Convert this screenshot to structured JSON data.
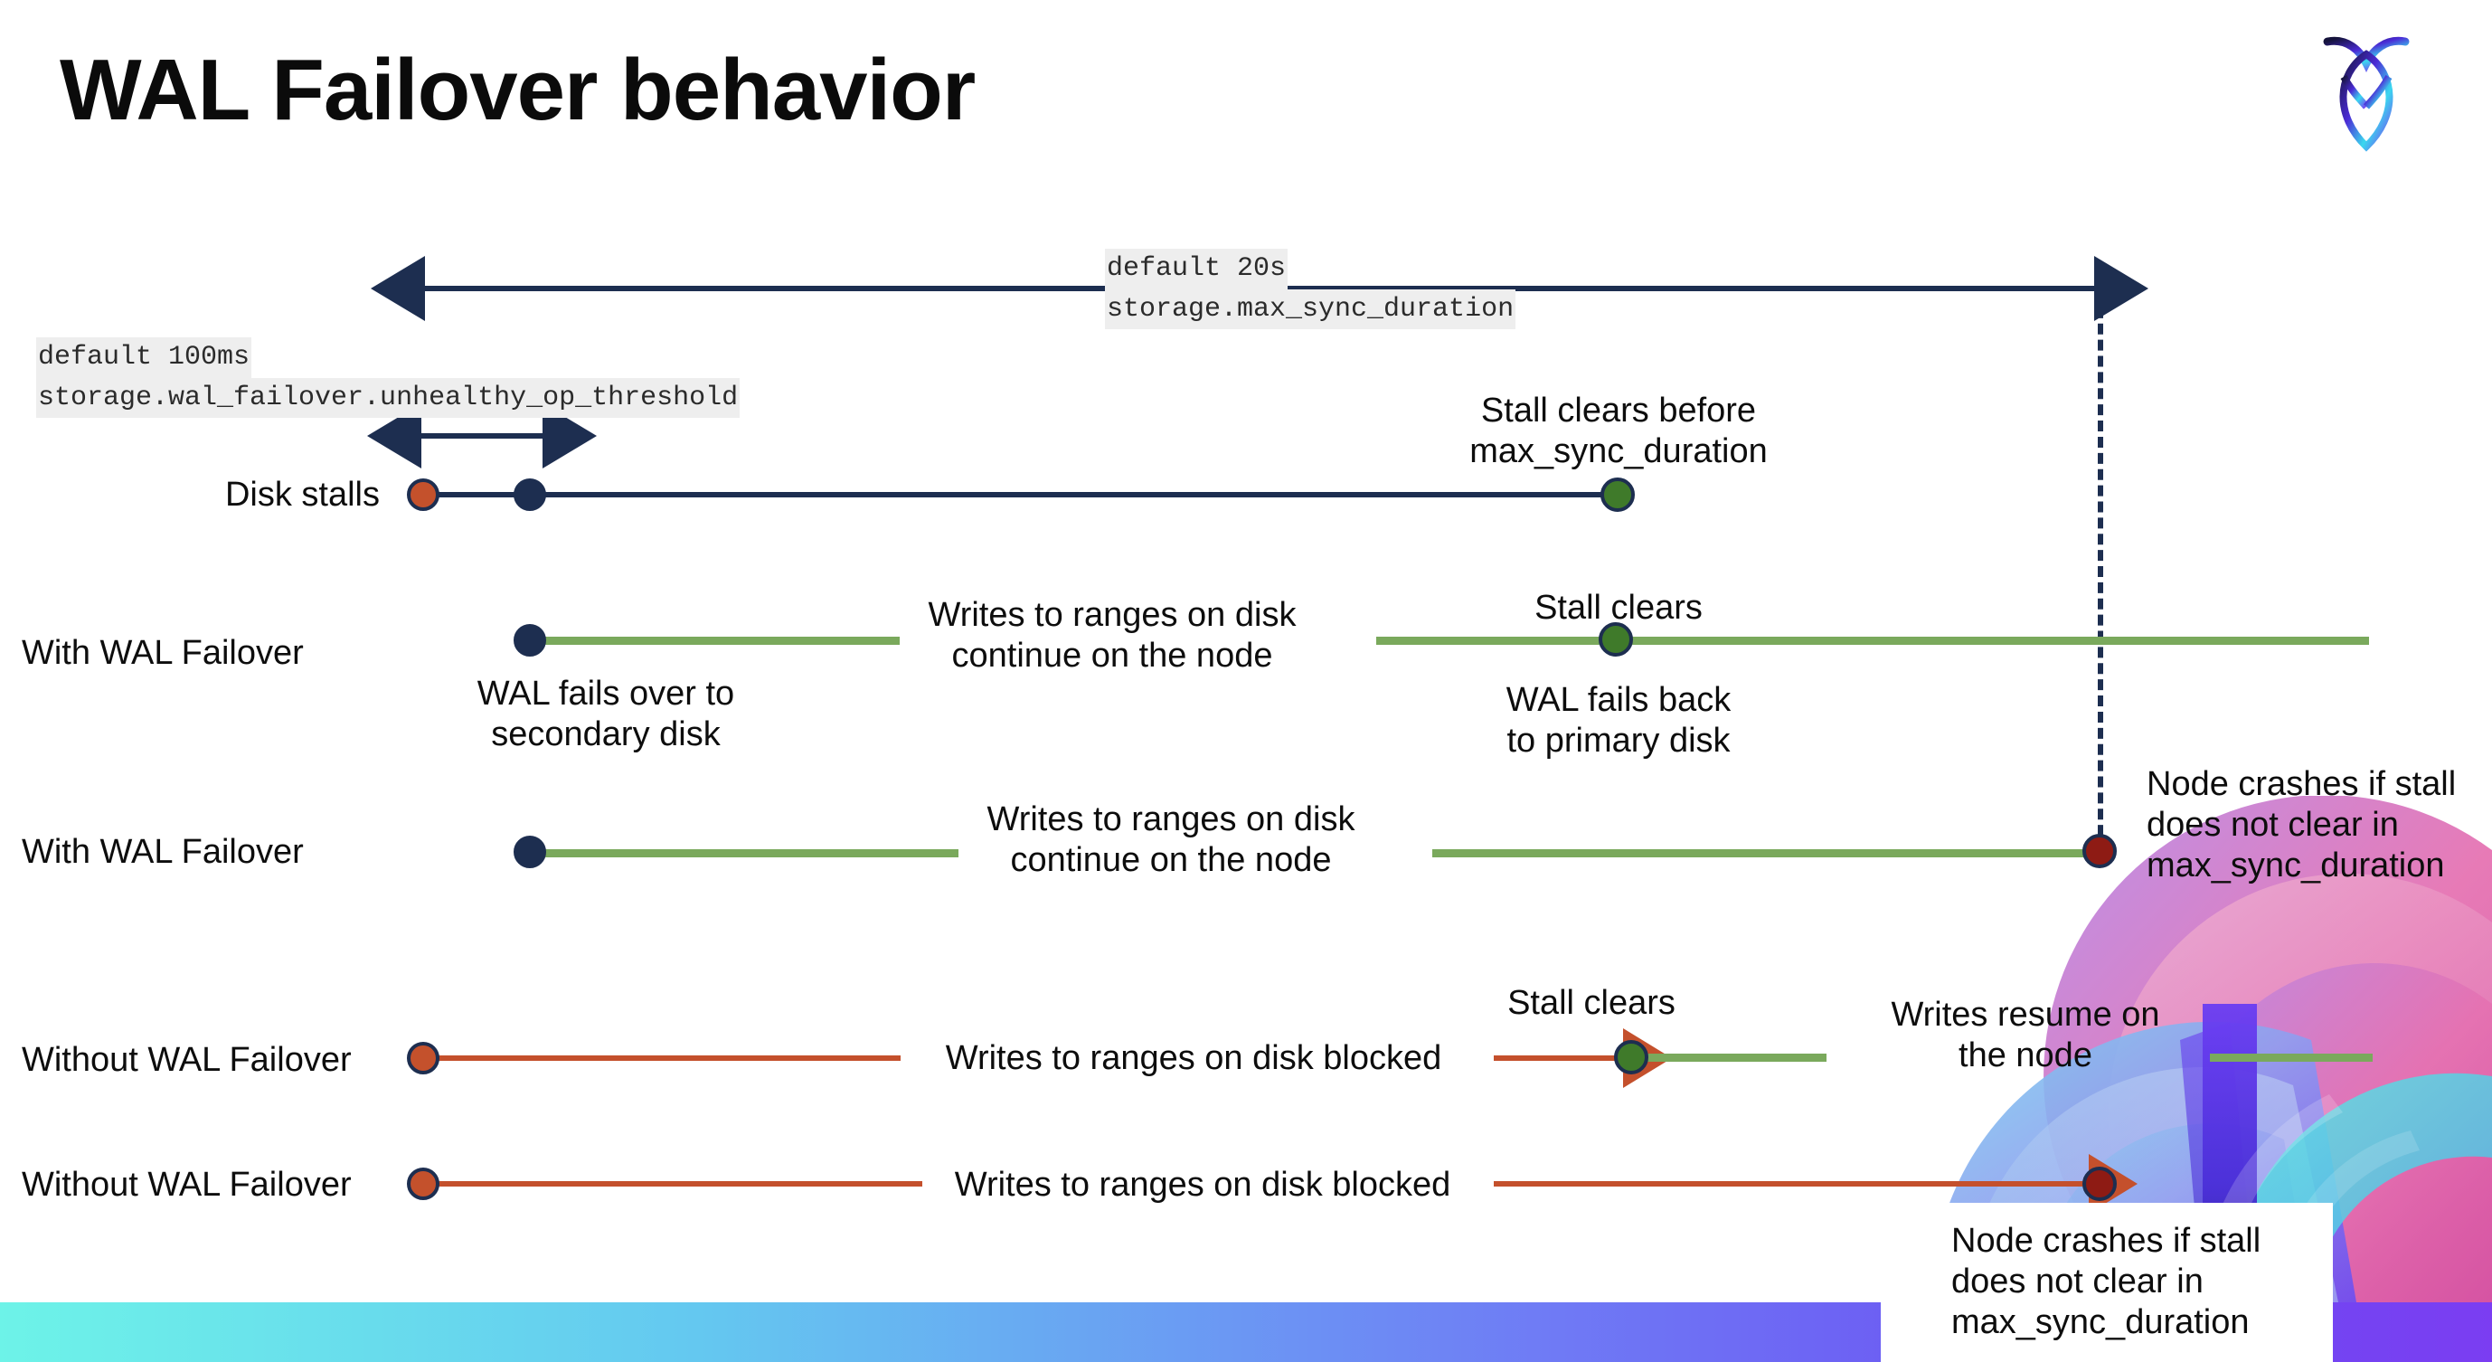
{
  "slide": {
    "title": "WAL Failover behavior",
    "logo_name": "cockroachdb-logo"
  },
  "callouts": {
    "max_sync_default": "default 20s",
    "max_sync_setting": "storage.max_sync_duration",
    "unhealthy_default": "default 100ms",
    "unhealthy_setting": "storage.wal_failover.unhealthy_op_threshold"
  },
  "rows": [
    {
      "id": "disk-stalls",
      "label": "Disk stalls",
      "note_right": "Stall clears before\nmax_sync_duration"
    },
    {
      "id": "with-wal-failover-1",
      "label": "With WAL Failover",
      "note_start": "WAL fails over to\nsecondary disk",
      "note_middle": "Writes to ranges on disk\ncontinue on the node",
      "note_clear": "Stall clears",
      "note_after": "WAL fails  back\nto primary disk"
    },
    {
      "id": "with-wal-failover-2",
      "label": "With WAL Failover",
      "note_middle": "Writes to ranges on disk\ncontinue on the node",
      "note_right": "Node crashes if stall\ndoes not clear in\nmax_sync_duration"
    },
    {
      "id": "without-wal-failover-1",
      "label": "Without WAL Failover",
      "note_middle": "Writes to ranges on disk  blocked",
      "note_clear": "Stall clears",
      "note_after": "Writes resume on\nthe node"
    },
    {
      "id": "without-wal-failover-2",
      "label": "Without WAL Failover",
      "note_middle": "Writes to ranges on disk  blocked",
      "note_right": "Node crashes if stall\ndoes not clear in\nmax_sync_duration"
    }
  ],
  "colors": {
    "navy": "#1d2e50",
    "green_line": "#7aa95c",
    "green_dot": "#3f7a2a",
    "red_line": "#c4502c",
    "red_dot": "#c4512c",
    "dark_red_dot": "#8e1b14",
    "code_bg": "#eeeeee"
  }
}
